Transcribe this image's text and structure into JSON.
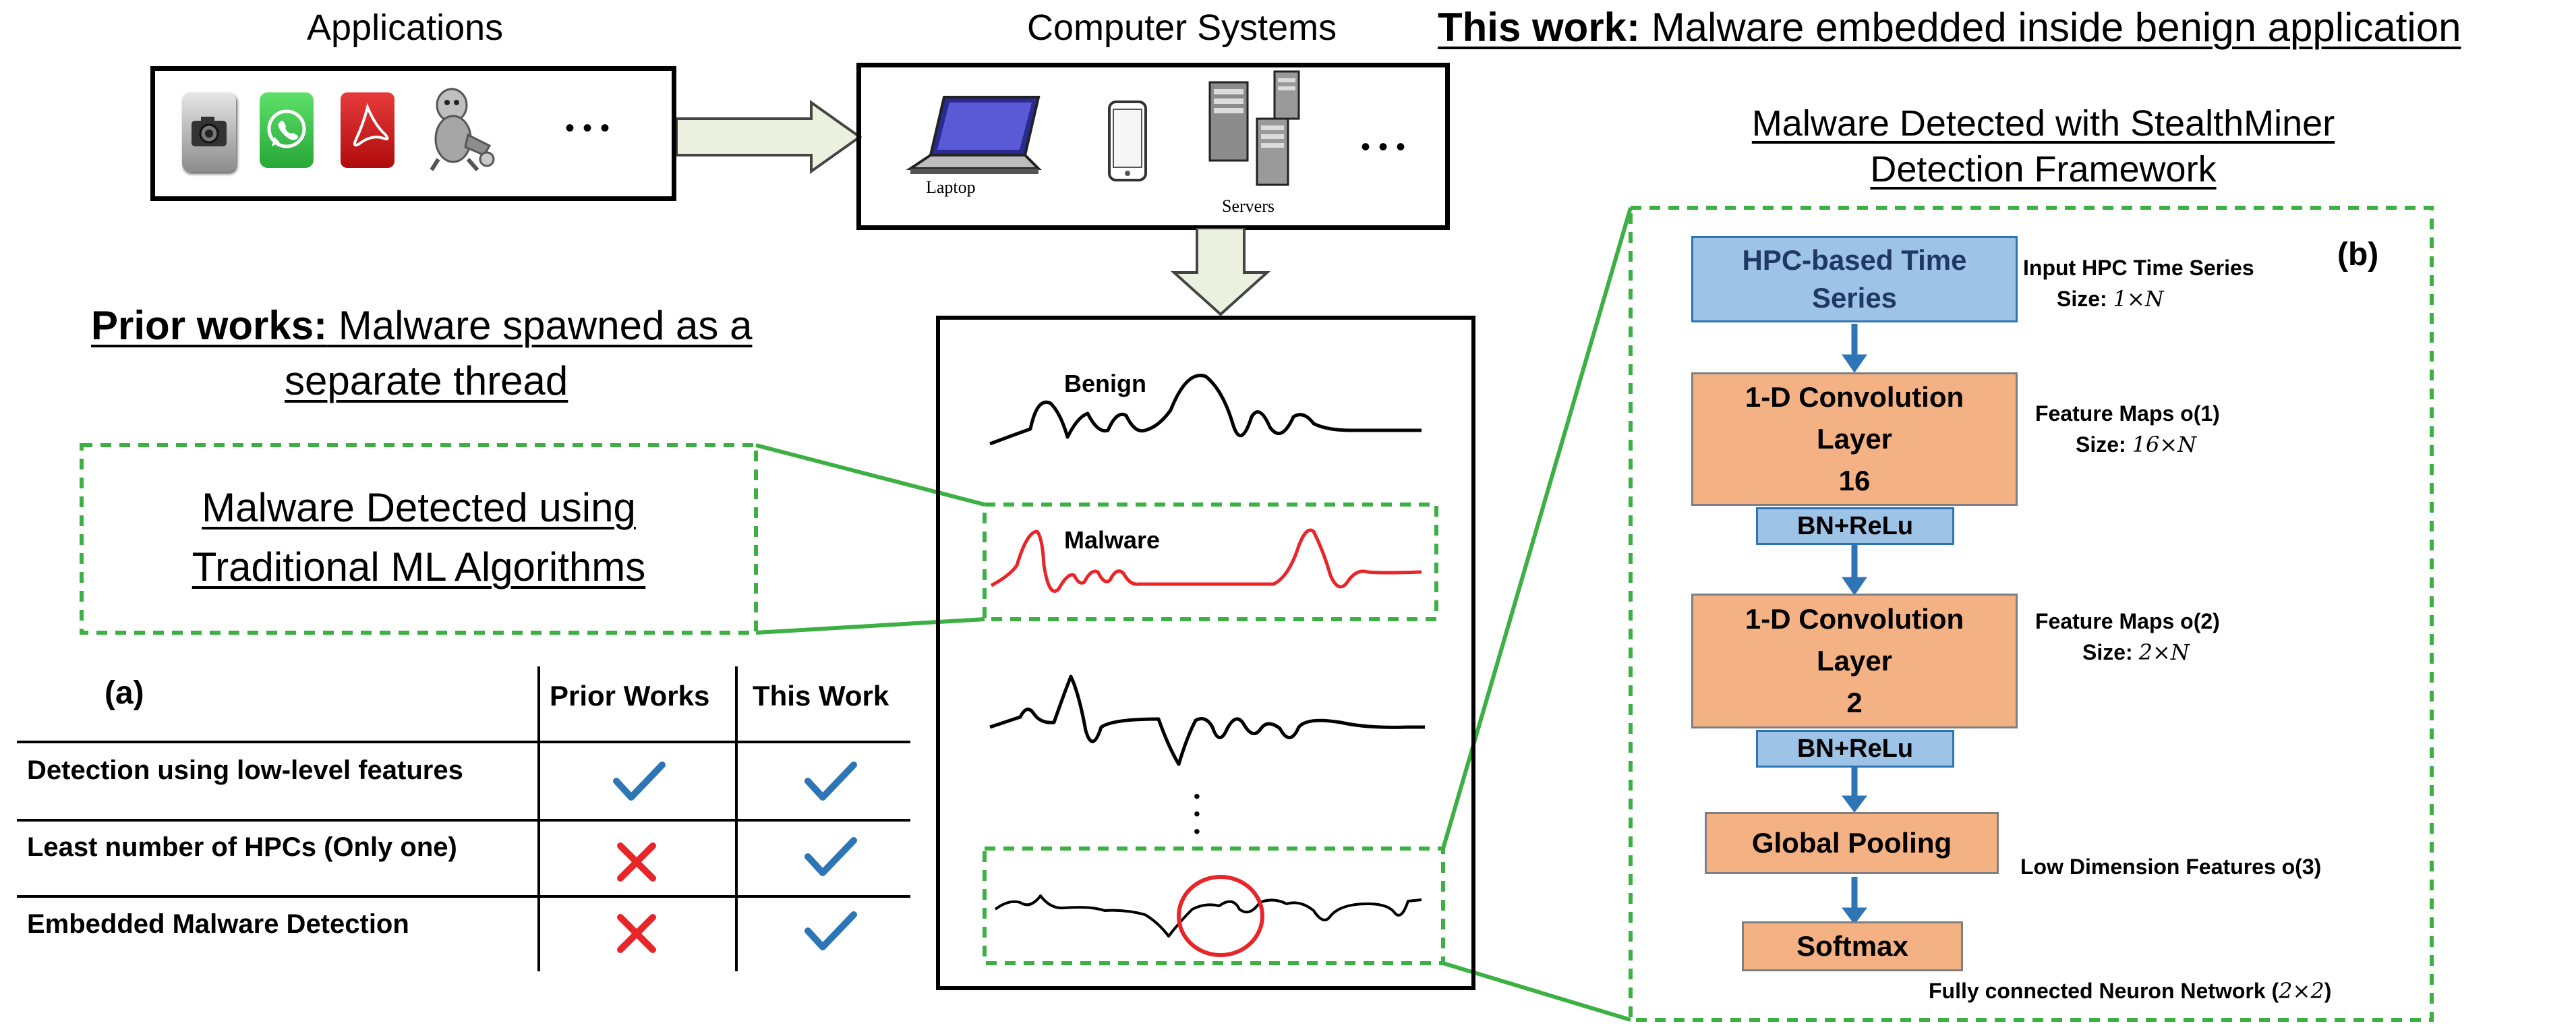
{
  "titles": {
    "applications": "Applications",
    "computer_systems": "Computer Systems",
    "this_work_bold": "This work:",
    "this_work_rest": " Malware embedded inside benign application",
    "prior_works_bold": "Prior works:",
    "prior_works_rest_1": " Malware spawned as a",
    "prior_works_rest_2": "separate thread",
    "stealthminer_1": "Malware Detected with StealthMiner",
    "stealthminer_2": "Detection Framework",
    "traditional_1": "Malware Detected using",
    "traditional_2": "Traditional ML Algorithms"
  },
  "apps": {
    "ellipsis": "•••"
  },
  "systems": {
    "laptop_label": "Laptop",
    "servers_label": "Servers",
    "ellipsis": "•••"
  },
  "signals": {
    "benign_label": "Benign",
    "malware_label": "Malware",
    "vdots": "•\n•\n•"
  },
  "table": {
    "panel_label": "(a)",
    "headers": [
      "Prior Works",
      "This Work"
    ],
    "rows": [
      {
        "label": "Detection using low-level features",
        "prior": "check",
        "this": "check"
      },
      {
        "label": "Least number of HPCs (Only one)",
        "prior": "cross",
        "this": "check"
      },
      {
        "label": "Embedded Malware Detection",
        "prior": "cross",
        "this": "check"
      }
    ]
  },
  "network": {
    "panel_label": "(b)",
    "hpc_box_1": "HPC-based Time",
    "hpc_box_2": "Series",
    "conv1_1": "1-D Convolution",
    "conv1_2": "Layer",
    "conv1_3": "16",
    "bn1": "BN+ReLu",
    "conv2_1": "1-D Convolution",
    "conv2_2": "Layer",
    "conv2_3": "2",
    "bn2": "BN+ReLu",
    "pooling": "Global Pooling",
    "softmax": "Softmax",
    "side_input_1": "Input HPC Time Series",
    "side_input_2a": "Size:  ",
    "side_input_2b": "1×N",
    "side_fm1_1": "Feature Maps o(1)",
    "side_fm1_2a": "Size: ",
    "side_fm1_2b": "16×N",
    "side_fm2_1": "Feature Maps o(2)",
    "side_fm2_2a": "Size: ",
    "side_fm2_2b": "2×N",
    "side_low": "Low Dimension Features o(3)",
    "fc_a": "Fully connected Neuron Network (",
    "fc_b": "2×2",
    "fc_c": ")"
  },
  "colors": {
    "green_dash": "#3CB043",
    "check": "#2E75B6",
    "cross": "#E8262A",
    "malware_red": "#E8262A",
    "arrow_blue": "#2E75B6"
  }
}
